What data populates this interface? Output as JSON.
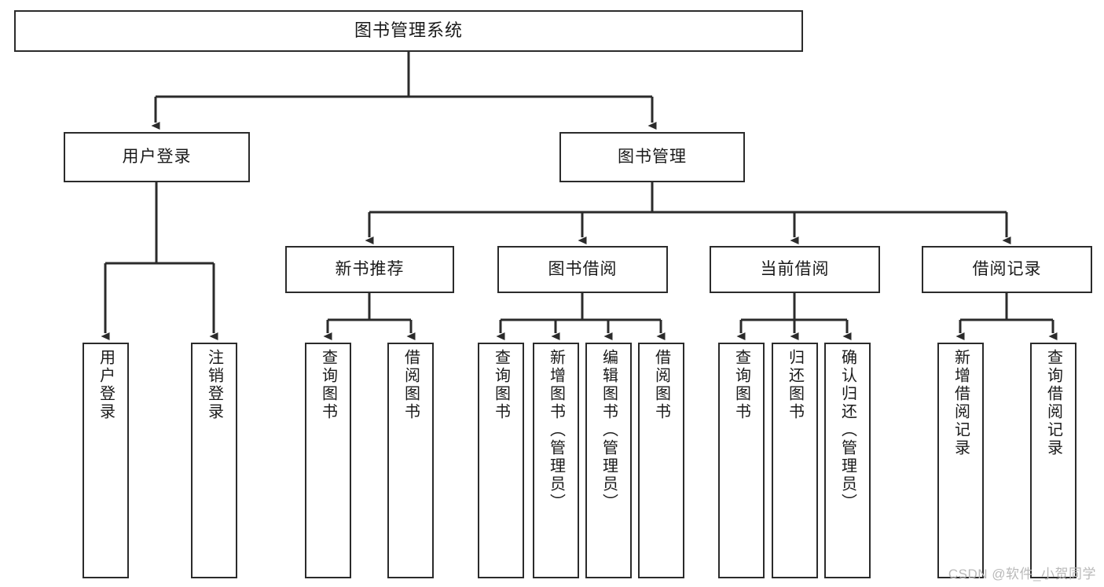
{
  "diagram": {
    "title": "图书管理系统",
    "type": "tree",
    "orientation": "top-down",
    "style": {
      "box_border_color": "#2b2b2b",
      "box_fill_color": "#ffffff",
      "connector_color": "#2b2b2b",
      "background_color": "#ffffff",
      "text_color": "#1a1a1a"
    },
    "nodes": {
      "root": {
        "id": "root",
        "label": "图书管理系统",
        "level": 1
      },
      "l2": [
        {
          "id": "user-login",
          "label": "用户登录",
          "level": 2
        },
        {
          "id": "book-manage",
          "label": "图书管理",
          "level": 2
        }
      ],
      "l3": [
        {
          "id": "new-book-recommend",
          "label": "新书推荐",
          "level": 3,
          "parent": "book-manage"
        },
        {
          "id": "book-borrow",
          "label": "图书借阅",
          "level": 3,
          "parent": "book-manage"
        },
        {
          "id": "current-borrow",
          "label": "当前借阅",
          "level": 3,
          "parent": "book-manage"
        },
        {
          "id": "borrow-record",
          "label": "借阅记录",
          "level": 3,
          "parent": "book-manage"
        }
      ],
      "leaves": [
        {
          "id": "leaf-user-login",
          "label": "用户登录",
          "parent": "user-login"
        },
        {
          "id": "leaf-logout-login",
          "label": "注销登录",
          "parent": "user-login"
        },
        {
          "id": "leaf-query-book-1",
          "label": "查询图书",
          "parent": "new-book-recommend"
        },
        {
          "id": "leaf-borrow-book-1",
          "label": "借阅图书",
          "parent": "new-book-recommend"
        },
        {
          "id": "leaf-query-book-2",
          "label": "查询图书",
          "parent": "book-borrow"
        },
        {
          "id": "leaf-add-book",
          "label": "新增图书（管理员）",
          "parent": "book-borrow"
        },
        {
          "id": "leaf-edit-book",
          "label": "编辑图书（管理员）",
          "parent": "book-borrow"
        },
        {
          "id": "leaf-borrow-book-2",
          "label": "借阅图书",
          "parent": "book-borrow"
        },
        {
          "id": "leaf-query-book-3",
          "label": "查询图书",
          "parent": "current-borrow"
        },
        {
          "id": "leaf-return-book",
          "label": "归还图书",
          "parent": "current-borrow"
        },
        {
          "id": "leaf-confirm-return",
          "label": "确认归还（管理员）",
          "parent": "current-borrow"
        },
        {
          "id": "leaf-add-record",
          "label": "新增借阅记录",
          "parent": "borrow-record"
        },
        {
          "id": "leaf-query-record",
          "label": "查询借阅记录",
          "parent": "borrow-record"
        }
      ]
    }
  },
  "watermark": {
    "text": "CSDN @软件_小贺同学"
  }
}
